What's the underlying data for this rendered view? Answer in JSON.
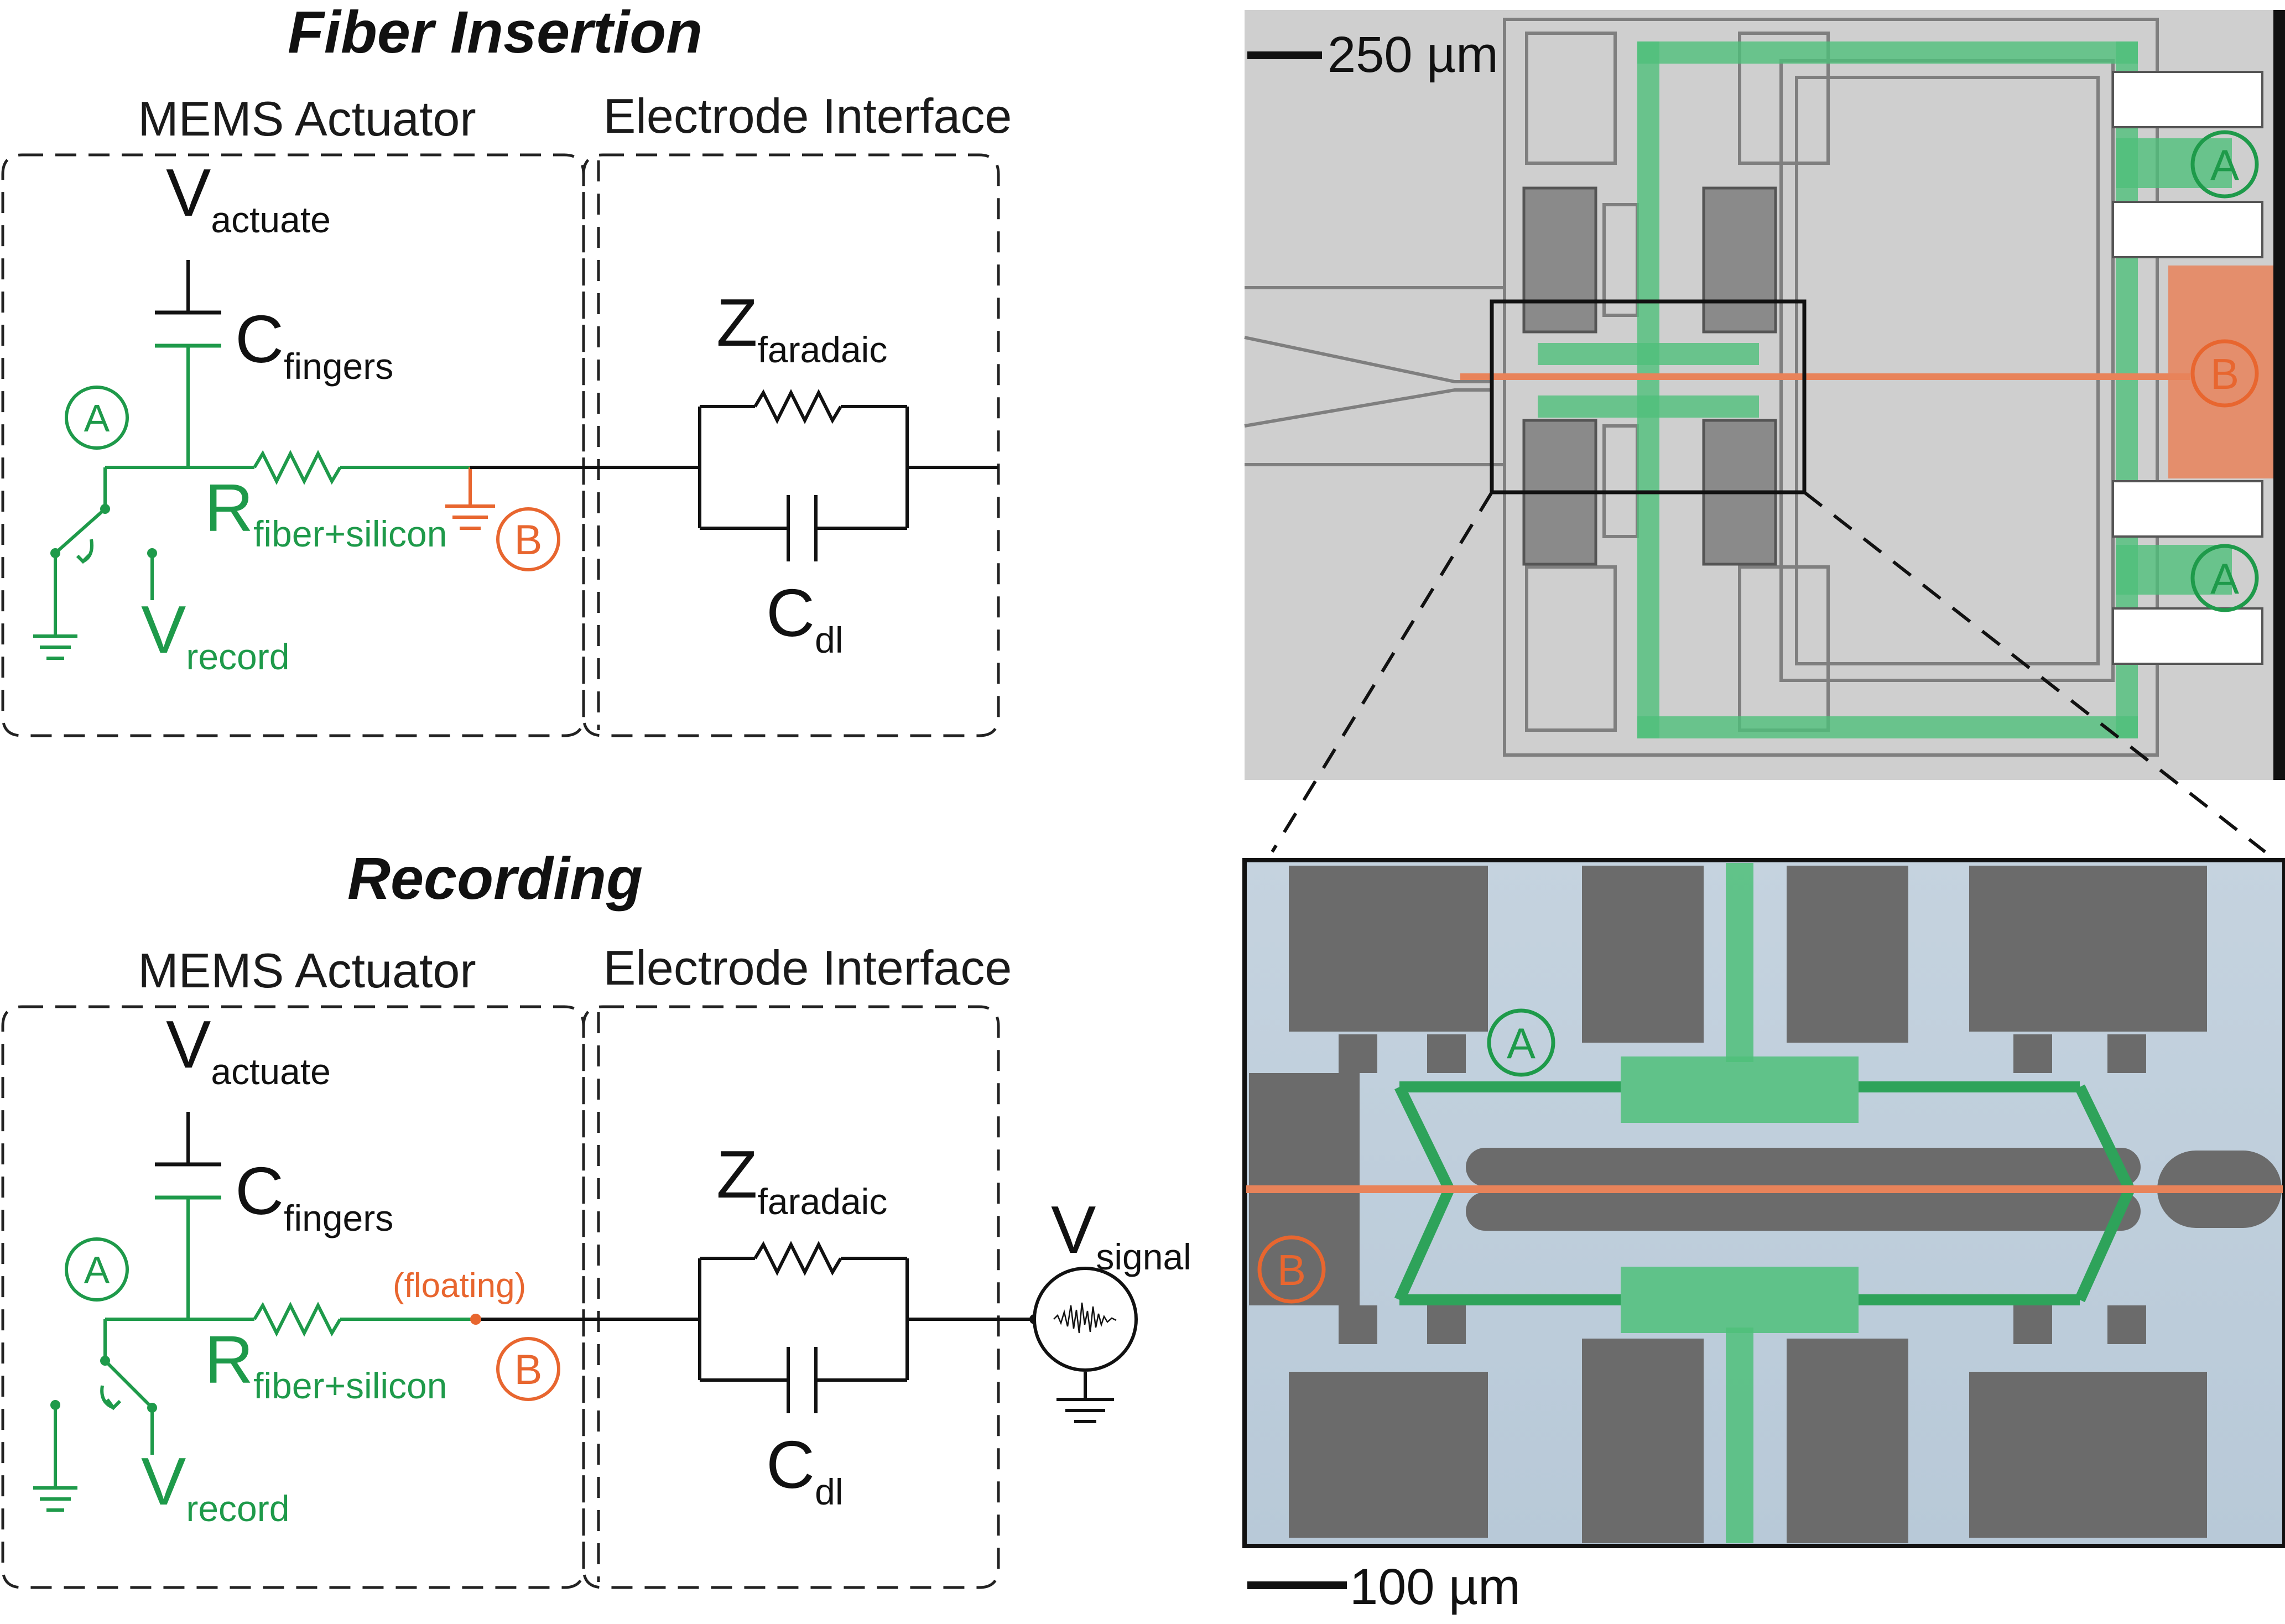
{
  "panels": {
    "top": {
      "title": "Fiber Insertion",
      "region_left": "MEMS Actuator",
      "region_right": "Electrode Interface",
      "v_actuate_main": "V",
      "v_actuate_sub": "actuate",
      "c_fingers_main": "C",
      "c_fingers_sub": "fingers",
      "r_main": "R",
      "r_sub": "fiber+silicon",
      "v_record_main": "V",
      "v_record_sub": "record",
      "z_main": "Z",
      "z_sub": "faradaic",
      "c_dl_main": "C",
      "c_dl_sub": "dl",
      "node_a": "A",
      "node_b": "B"
    },
    "bottom": {
      "title": "Recording",
      "region_left": "MEMS Actuator",
      "region_right": "Electrode Interface",
      "v_actuate_main": "V",
      "v_actuate_sub": "actuate",
      "c_fingers_main": "C",
      "c_fingers_sub": "fingers",
      "r_main": "R",
      "r_sub": "fiber+silicon",
      "v_record_main": "V",
      "v_record_sub": "record",
      "z_main": "Z",
      "z_sub": "faradaic",
      "c_dl_main": "C",
      "c_dl_sub": "dl",
      "floating": "(floating)",
      "v_signal_main": "V",
      "v_signal_sub": "signal",
      "node_a": "A",
      "node_b": "B"
    }
  },
  "micrograph": {
    "scale_top": "250 µm",
    "scale_bottom": "100 µm",
    "label_a": "A",
    "label_b": "B"
  },
  "colors": {
    "green": "#1e9a4a",
    "orange": "#e8662f",
    "line": "#111111"
  }
}
